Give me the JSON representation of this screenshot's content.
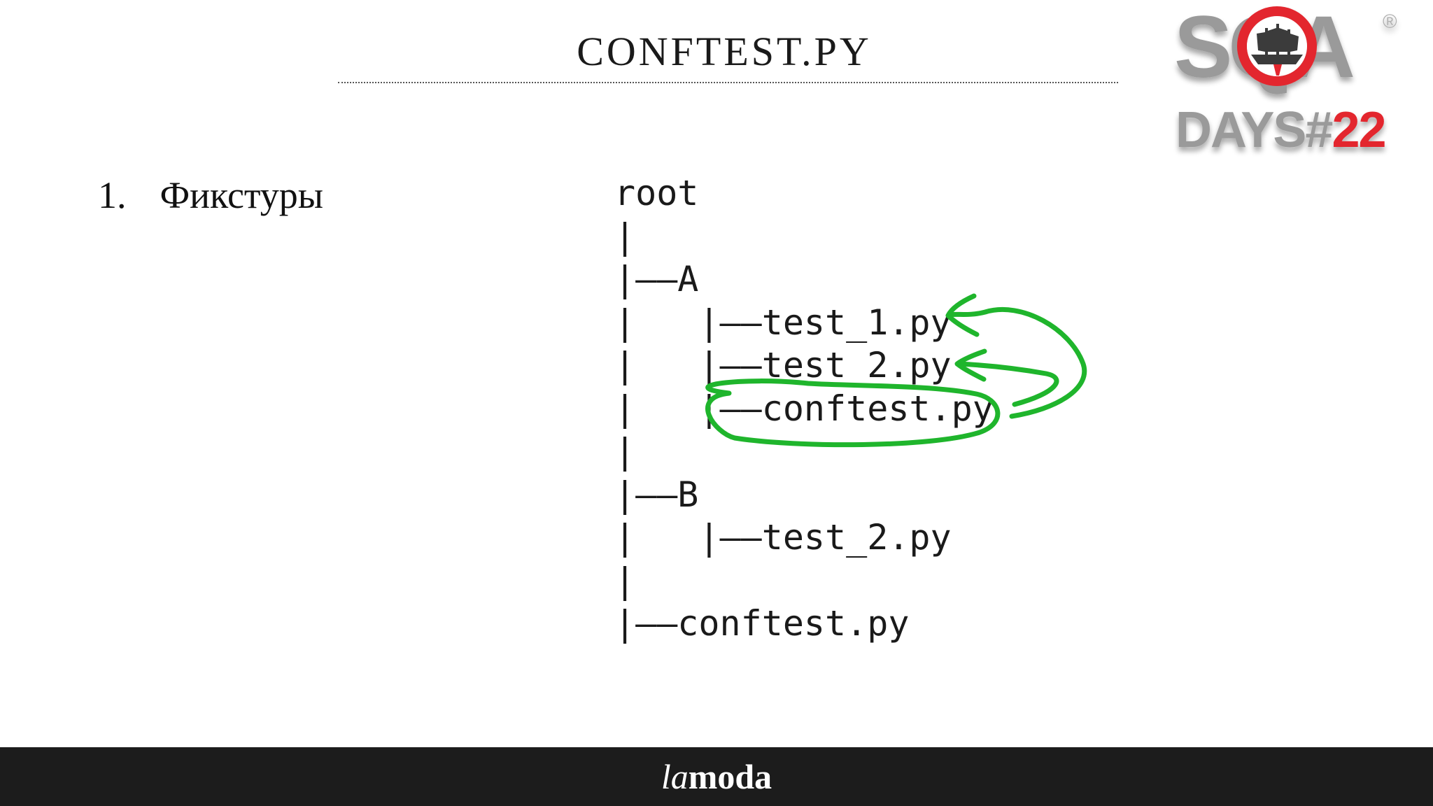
{
  "slide": {
    "title": "CONFTEST.PY"
  },
  "logo": {
    "top_text": "SQA",
    "bottom_text": "DAYS#",
    "number": "22",
    "mark": "®",
    "colors": {
      "gray": "#9a9a9a",
      "red": "#e3262d"
    }
  },
  "list": {
    "items": [
      {
        "number": "1.",
        "text": "Фикстуры"
      }
    ]
  },
  "tree": {
    "lines": [
      "root",
      "|",
      "|——A",
      "|   |——test_1.py",
      "|   |——test_2.py",
      "|   |——conftest.py",
      "|",
      "|——B",
      "|   |——test_2.py",
      "|",
      "|——conftest.py"
    ]
  },
  "annotation": {
    "color": "#1fb52c",
    "icons": [
      "ellipse-highlight",
      "curved-arrow-to-test_1",
      "curved-arrow-to-test_2"
    ]
  },
  "footer": {
    "brand_prefix": "la",
    "brand_suffix": "moda",
    "background": "#1c1c1c"
  }
}
